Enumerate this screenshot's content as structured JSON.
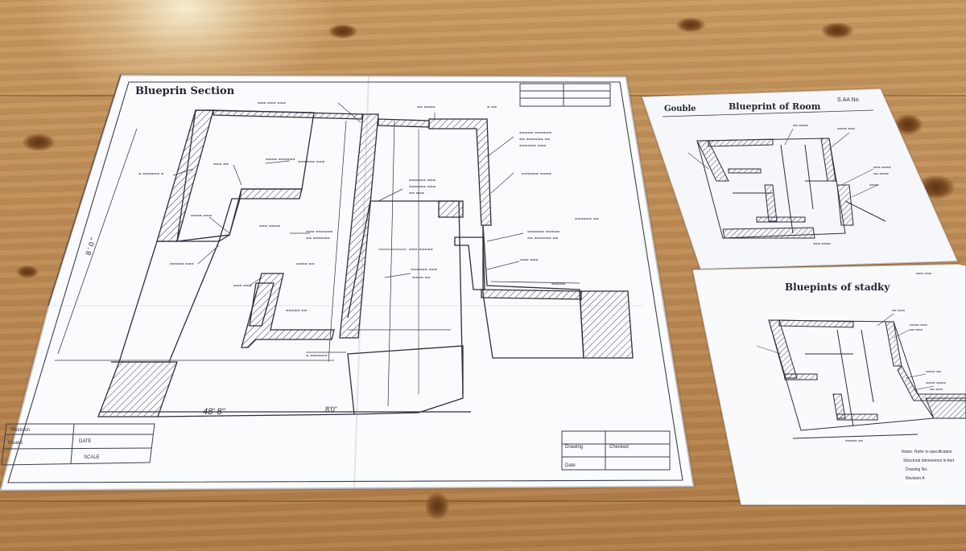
{
  "scene": {
    "description_tag": "photo",
    "colors": {
      "wood_light": "#c89a62",
      "wood_dark": "#8a5a2b",
      "paper": "#fafbfd",
      "ink": "#2b2f3a"
    }
  },
  "main_sheet": {
    "title": "Blueprin Section",
    "dimension_bottom": "48' 8\"",
    "dimension_bottom_small": "8'0\"",
    "title_block_left": [
      "Revision",
      "Issued",
      "DATE",
      "SCALE"
    ],
    "title_block_right": [
      "Drawing",
      "Checked",
      "Date"
    ]
  },
  "sheet_top_right": {
    "logo": "Gouble",
    "title": "Blueprint of Room",
    "tag": "S.AA  No."
  },
  "sheet_bottom_right": {
    "title": "Bluepints of stadky",
    "notes": [
      "Notes: Refer to specification",
      "Structural dimensions in feet",
      "Drawing No.",
      "Revision A"
    ]
  }
}
